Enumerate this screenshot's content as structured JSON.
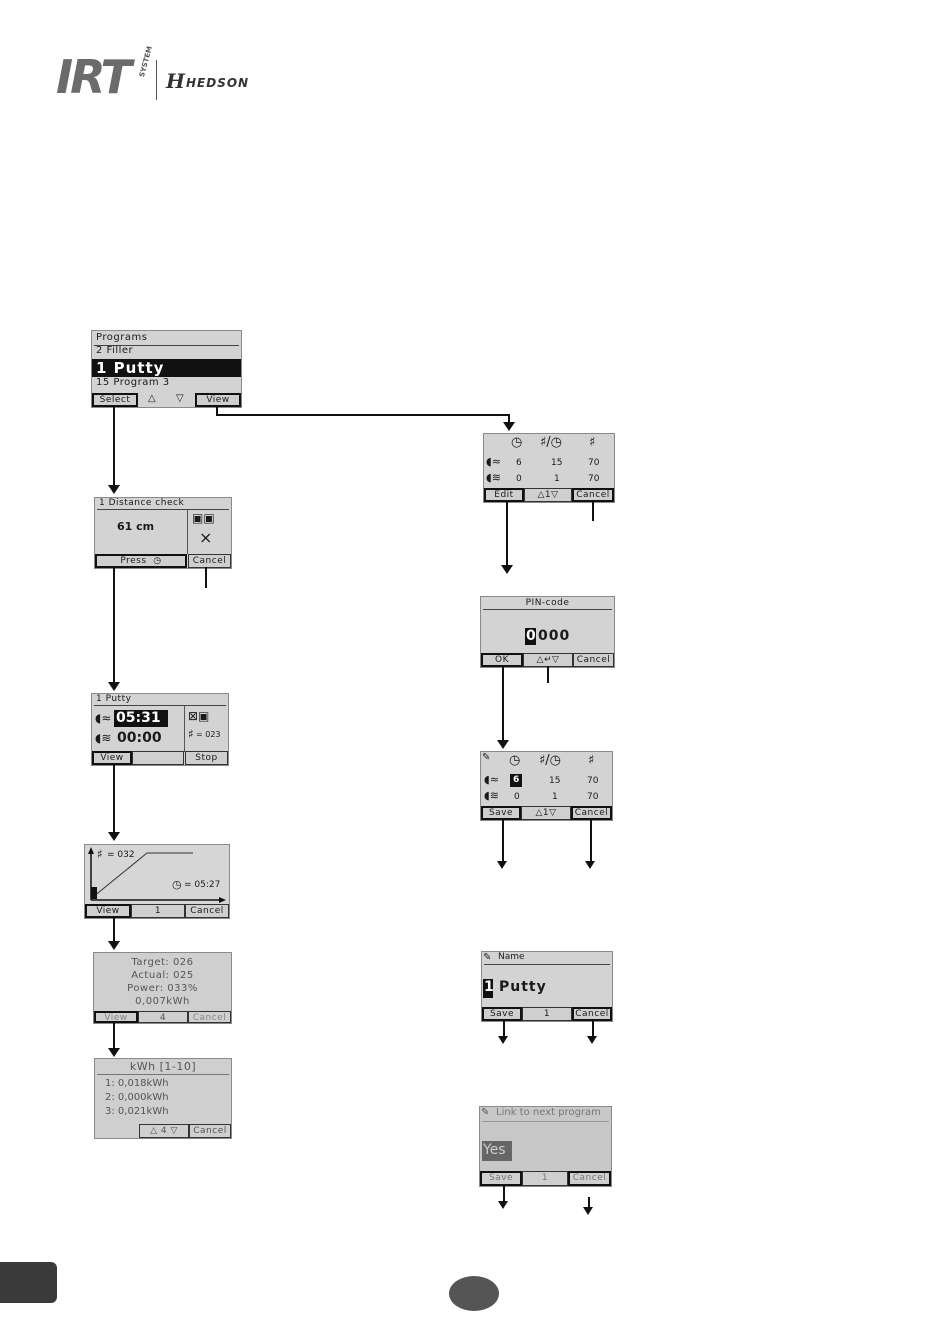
{
  "brand": {
    "logo_text": "IRT",
    "system_text": "SYSTEM",
    "partner_text": "HEDSON"
  },
  "s1": {
    "title": "Programs",
    "items": [
      "2 Filler",
      "1 Putty",
      "15 Program 3"
    ],
    "keys": {
      "select": "Select",
      "view": "View"
    }
  },
  "s2": {
    "title": "1 Distance check",
    "distance": "61 cm",
    "keys": {
      "press": "Press",
      "cancel": "Cancel"
    }
  },
  "s3": {
    "title": "1 Putty",
    "time1": "05:31",
    "time2": "00:00",
    "eq_value": "= 023",
    "keys": {
      "view": "View",
      "stop": "Stop"
    }
  },
  "s4": {
    "temp_label": "= 032",
    "time_label": "= 05:27",
    "keys": {
      "view": "View",
      "page": "1",
      "cancel": "Cancel"
    }
  },
  "s5": {
    "lines": [
      "Target: 026",
      "Actual: 025",
      "Power: 033%",
      "0,007kWh"
    ],
    "keys": {
      "view": "View",
      "page": "4",
      "cancel": "Cancel"
    }
  },
  "s6": {
    "title": "kWh [1-10]",
    "lines": [
      "1: 0,018kWh",
      "2: 0,000kWh",
      "3: 0,021kWh"
    ],
    "keys": {
      "page": "4",
      "cancel": "Cancel"
    }
  },
  "s7": {
    "row1": [
      "6",
      "15",
      "70"
    ],
    "row2": [
      "0",
      "1",
      "70"
    ],
    "keys": {
      "edit": "Edit",
      "page": "1",
      "cancel": "Cancel"
    }
  },
  "s8": {
    "title": "PIN-code",
    "pin_first": "0",
    "pin_rest": "000",
    "keys": {
      "ok": "OK",
      "cancel": "Cancel"
    }
  },
  "s9": {
    "row1": [
      "6",
      "15",
      "70"
    ],
    "row2": [
      "0",
      "1",
      "70"
    ],
    "keys": {
      "save": "Save",
      "page": "1",
      "cancel": "Cancel"
    }
  },
  "s10": {
    "title": "Name",
    "num": "1",
    "name": "Putty",
    "keys": {
      "save": "Save",
      "page": "1",
      "cancel": "Cancel"
    }
  },
  "s11": {
    "title": "Link to next program",
    "value": "Yes",
    "keys": {
      "save": "Save",
      "page": "1",
      "cancel": "Cancel"
    }
  }
}
